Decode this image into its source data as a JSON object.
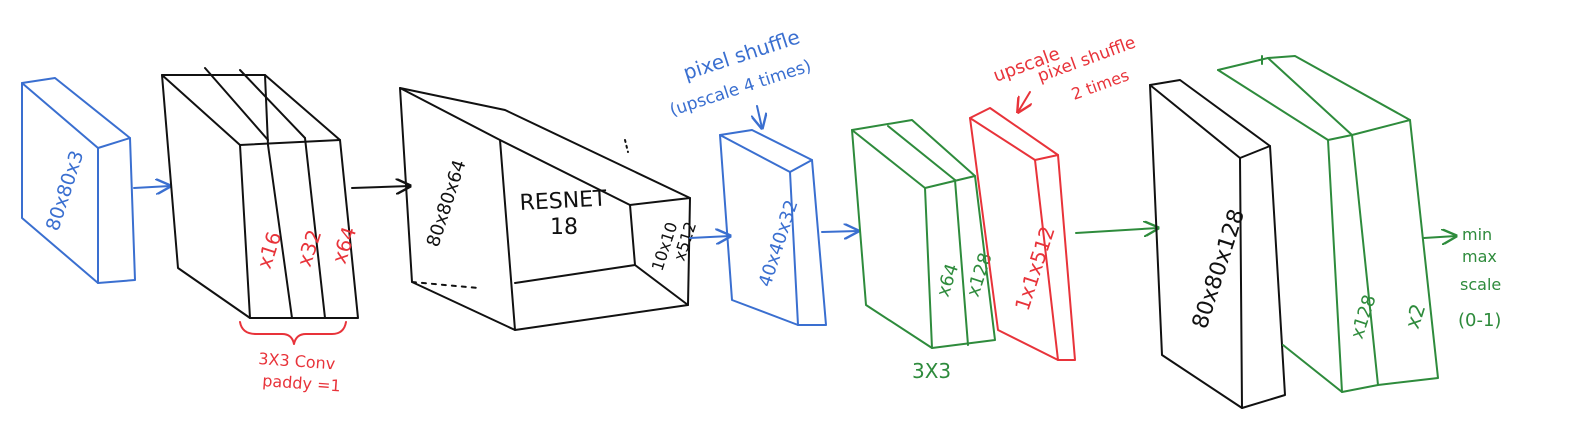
{
  "colors": {
    "black": "#111111",
    "blue": "#3a6fd0",
    "red": "#e8333a",
    "green": "#2e8b3c",
    "background": "#ffffff"
  },
  "labels": {
    "input": "80x80x3",
    "conv_x16": "x16",
    "conv_x32": "x32",
    "conv_x64": "x64",
    "conv_note_1": "3X3 Conv",
    "conv_note_2": "paddy =1",
    "resnet_input": "80x80x64",
    "resnet_title_1": "RESNET",
    "resnet_title_2": "18",
    "resnet_out_1": "10x10",
    "resnet_out_2": "x512",
    "shuffle1_note_1": "pixel shuffle",
    "shuffle1_note_2": "(upscale 4 times)",
    "shuffle1_out": "40x40x32",
    "green_x64": "x64",
    "green_x128": "x128",
    "green_3x3": "3X3",
    "shuffle2_note_1": "upscale",
    "shuffle2_note_2": "pixel shuffle",
    "shuffle2_note_3": "2 times",
    "red_block": "1x1x512",
    "big_block": "80x80x128",
    "final_x128": "x128",
    "final_x2": "x2",
    "minmax_1": "min",
    "minmax_2": "max",
    "minmax_3": "scale",
    "minmax_4": "(0-1)"
  }
}
